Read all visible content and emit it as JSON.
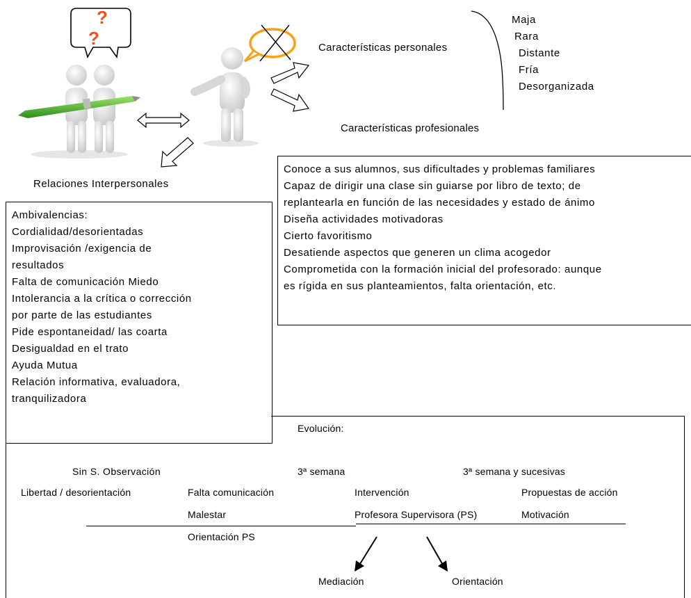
{
  "bubble_marks": [
    "?",
    "?"
  ],
  "personal": {
    "label": "Características personales",
    "traits": [
      "Maja",
      "Rara",
      "Distante",
      "Fría",
      "Desorganizada"
    ]
  },
  "professional": {
    "label": "Características profesionales"
  },
  "relaciones_label": "Relaciones Interpersonales",
  "professional_box": {
    "lines": [
      "Conoce a sus alumnos, sus dificultades y problemas familiares",
      "Capaz de dirigir una clase sin guiarse por libro de texto; de",
      "replantearla en función de las necesidades y estado de ánimo",
      "Diseña actividades motivadoras",
      "Cierto favoritismo",
      "Desatiende aspectos que generen un clima acogedor",
      "Comprometida con la formación inicial del profesorado: aunque",
      "es rígida en sus planteamientos, falta orientación, etc."
    ]
  },
  "ambivalencias_box": {
    "lines": [
      "Ambivalencias:",
      "Cordialidad/desorientadas",
      "Improvisación /exigencia de",
      "resultados",
      "Falta de comunicación Miedo",
      "Intolerancia a la crítica o corrección",
      "por parte de las estudiantes",
      "Pide espontaneidad/ las coarta",
      "Desigualdad en el trato",
      "Ayuda Mutua",
      "Relación informativa, evaluadora,",
      "tranquilizadora"
    ]
  },
  "evolucion": {
    "title": "Evolución:",
    "stage1": "Sin S. Observación",
    "stage2": "3ª semana",
    "stage3": "3ª semana y sucesivas",
    "libertad": "Libertad / desorientación",
    "falta_comunicacion": "Falta comunicación",
    "malestar": "Malestar",
    "orientacion_ps": "Orientación PS",
    "intervencion": "Intervención",
    "profesora_supervisora": "Profesora Supervisora (PS)",
    "propuestas": "Propuestas de acción",
    "motivacion": "Motivación",
    "mediacion": "Mediación",
    "orientacion": "Orientación"
  }
}
